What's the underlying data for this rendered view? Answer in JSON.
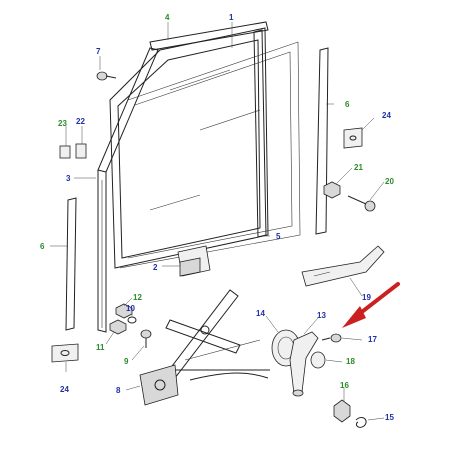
{
  "labels": [
    {
      "id": "1",
      "text": "1",
      "color": "blue"
    },
    {
      "id": "2",
      "text": "2",
      "color": "blue"
    },
    {
      "id": "3",
      "text": "3",
      "color": "blue"
    },
    {
      "id": "4",
      "text": "4",
      "color": "green"
    },
    {
      "id": "5",
      "text": "5",
      "color": "blue"
    },
    {
      "id": "6a",
      "text": "6",
      "color": "green"
    },
    {
      "id": "6b",
      "text": "6",
      "color": "green"
    },
    {
      "id": "7",
      "text": "7",
      "color": "blue"
    },
    {
      "id": "8",
      "text": "8",
      "color": "blue"
    },
    {
      "id": "9",
      "text": "9",
      "color": "green"
    },
    {
      "id": "10",
      "text": "10",
      "color": "blue"
    },
    {
      "id": "11",
      "text": "11",
      "color": "green"
    },
    {
      "id": "12",
      "text": "12",
      "color": "green"
    },
    {
      "id": "13",
      "text": "13",
      "color": "blue"
    },
    {
      "id": "14",
      "text": "14",
      "color": "blue"
    },
    {
      "id": "15",
      "text": "15",
      "color": "blue"
    },
    {
      "id": "16",
      "text": "16",
      "color": "green"
    },
    {
      "id": "17",
      "text": "17",
      "color": "blue"
    },
    {
      "id": "18",
      "text": "18",
      "color": "green"
    },
    {
      "id": "19",
      "text": "19",
      "color": "blue"
    },
    {
      "id": "20",
      "text": "20",
      "color": "green"
    },
    {
      "id": "21",
      "text": "21",
      "color": "green"
    },
    {
      "id": "22",
      "text": "22",
      "color": "blue"
    },
    {
      "id": "23",
      "text": "23",
      "color": "green"
    },
    {
      "id": "24a",
      "text": "24",
      "color": "blue"
    },
    {
      "id": "24b",
      "text": "24",
      "color": "blue"
    }
  ],
  "colors": {
    "blue": "#1f2fa8",
    "green": "#2b8a2b",
    "arrow": "#cc2020",
    "line": "#222222"
  },
  "highlight": {
    "icon": "red-arrow-icon",
    "points_to": "17"
  }
}
